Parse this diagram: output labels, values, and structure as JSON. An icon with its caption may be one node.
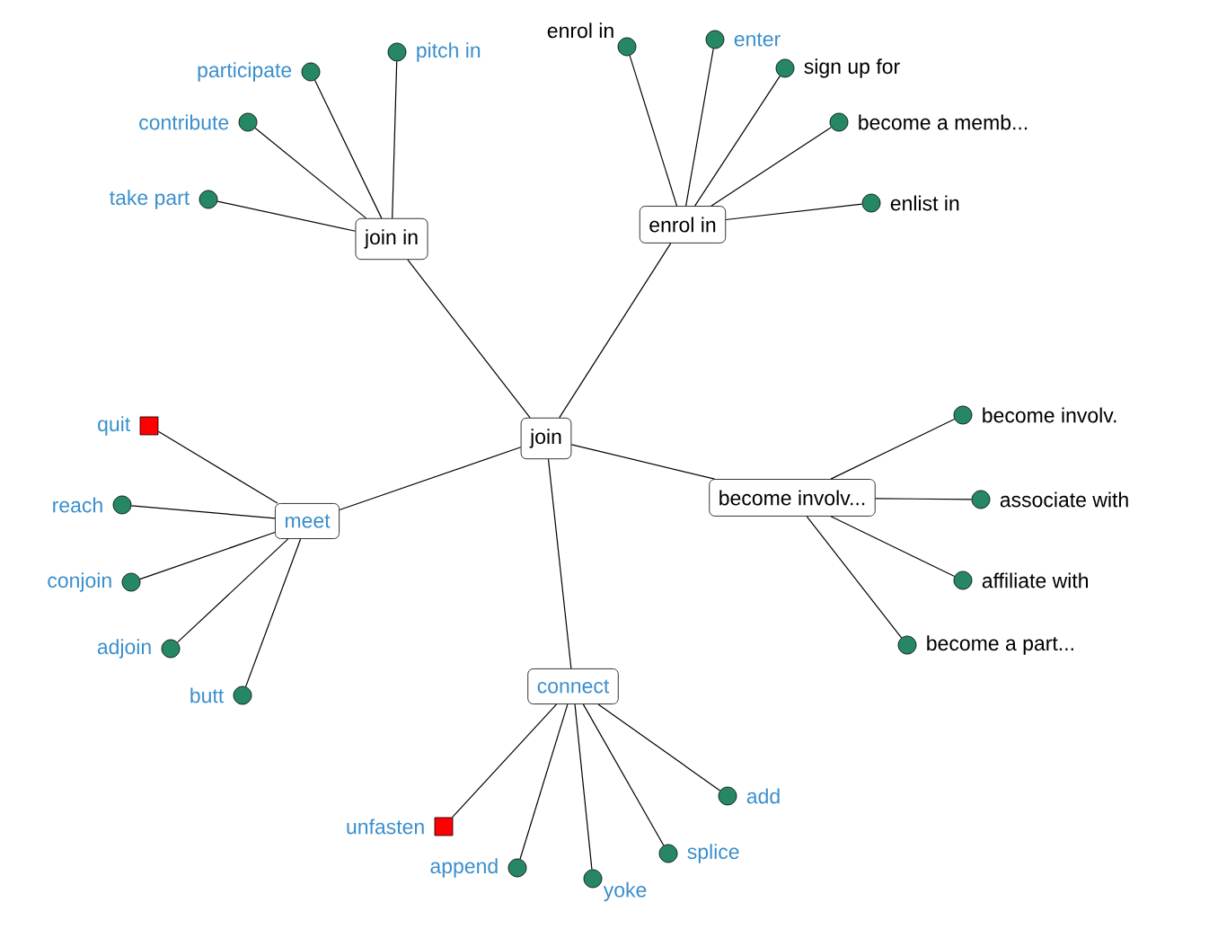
{
  "diagram": {
    "nodes": [
      {
        "text": [
          "join"
        ]
      },
      {
        "text": [
          "join in"
        ]
      },
      {
        "text": [
          "enrol in"
        ]
      },
      {
        "text": [
          "meet"
        ]
      },
      {
        "text": [
          "become involv..."
        ]
      },
      {
        "text": [
          "connect"
        ]
      },
      {
        "text": [],
        "shape": "circle",
        "beside": [
          "take part"
        ]
      },
      {
        "text": [],
        "shape": "circle",
        "beside": [
          "contribute"
        ]
      },
      {
        "text": [],
        "shape": "circle",
        "beside": [
          "participate"
        ]
      },
      {
        "text": [],
        "shape": "circle",
        "beside": [
          "pitch in"
        ]
      },
      {
        "text": [],
        "shape": "circle",
        "beside": [
          "enrol in"
        ]
      },
      {
        "text": [],
        "shape": "circle",
        "beside": [
          "enter"
        ]
      },
      {
        "text": [],
        "shape": "circle",
        "beside": [
          "sign up for"
        ]
      },
      {
        "text": [],
        "shape": "circle",
        "beside": [
          "become a memb..."
        ]
      },
      {
        "text": [],
        "shape": "circle",
        "beside": [
          "enlist in"
        ]
      },
      {
        "text": [],
        "shape": "square",
        "beside": [
          "quit"
        ]
      },
      {
        "text": [],
        "shape": "circle",
        "beside": [
          "reach"
        ]
      },
      {
        "text": [],
        "shape": "circle",
        "beside": [
          "conjoin"
        ]
      },
      {
        "text": [],
        "shape": "circle",
        "beside": [
          "adjoin"
        ]
      },
      {
        "text": [],
        "shape": "circle",
        "beside": [
          "butt"
        ]
      },
      {
        "text": [],
        "shape": "circle",
        "beside": [
          "become involv."
        ]
      },
      {
        "text": [],
        "shape": "circle",
        "beside": [
          "associate with"
        ]
      },
      {
        "text": [],
        "shape": "circle",
        "beside": [
          "affiliate with"
        ]
      },
      {
        "text": [],
        "shape": "circle",
        "beside": [
          "become a part..."
        ]
      },
      {
        "text": [],
        "shape": "square",
        "beside": [
          "unfasten"
        ]
      },
      {
        "text": [],
        "shape": "circle",
        "beside": [
          "append"
        ]
      },
      {
        "text": [],
        "shape": "circle",
        "beside": [
          "yoke"
        ]
      },
      {
        "text": [],
        "shape": "circle",
        "beside": [
          "splice"
        ]
      },
      {
        "text": [],
        "shape": "circle",
        "beside": [
          "add"
        ]
      }
    ],
    "edges": [
      {
        "from": 0,
        "to": 1,
        "arrow": "none"
      },
      {
        "from": 0,
        "to": 2,
        "arrow": "none"
      },
      {
        "from": 0,
        "to": 3,
        "arrow": "none"
      },
      {
        "from": 0,
        "to": 4,
        "arrow": "none"
      },
      {
        "from": 0,
        "to": 5,
        "arrow": "none"
      },
      {
        "from": 1,
        "to": 6,
        "arrow": "none"
      },
      {
        "from": 1,
        "to": 7,
        "arrow": "none"
      },
      {
        "from": 1,
        "to": 8,
        "arrow": "none"
      },
      {
        "from": 1,
        "to": 9,
        "arrow": "none"
      },
      {
        "from": 2,
        "to": 10,
        "arrow": "none"
      },
      {
        "from": 2,
        "to": 11,
        "arrow": "none"
      },
      {
        "from": 2,
        "to": 12,
        "arrow": "none"
      },
      {
        "from": 2,
        "to": 13,
        "arrow": "none"
      },
      {
        "from": 2,
        "to": 14,
        "arrow": "none"
      },
      {
        "from": 3,
        "to": 15,
        "arrow": "none"
      },
      {
        "from": 3,
        "to": 16,
        "arrow": "none"
      },
      {
        "from": 3,
        "to": 17,
        "arrow": "none"
      },
      {
        "from": 3,
        "to": 18,
        "arrow": "none"
      },
      {
        "from": 3,
        "to": 19,
        "arrow": "none"
      },
      {
        "from": 4,
        "to": 20,
        "arrow": "none"
      },
      {
        "from": 4,
        "to": 21,
        "arrow": "none"
      },
      {
        "from": 4,
        "to": 22,
        "arrow": "none"
      },
      {
        "from": 4,
        "to": 23,
        "arrow": "none"
      },
      {
        "from": 5,
        "to": 24,
        "arrow": "none"
      },
      {
        "from": 5,
        "to": 25,
        "arrow": "none"
      },
      {
        "from": 5,
        "to": 26,
        "arrow": "none"
      },
      {
        "from": 5,
        "to": 27,
        "arrow": "none"
      },
      {
        "from": 5,
        "to": 28,
        "arrow": "none"
      }
    ]
  }
}
